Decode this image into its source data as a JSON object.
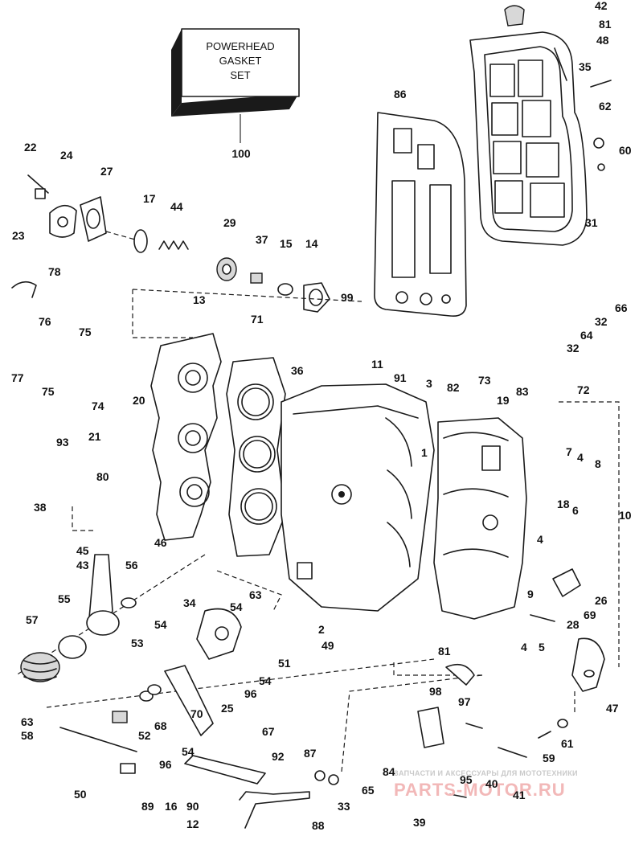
{
  "kit_box": {
    "lines": [
      "POWERHEAD",
      "GASKET",
      "SET"
    ],
    "part_number": "100"
  },
  "watermark": {
    "tagline": "ЗАПЧАСТИ И АКСЕССУАРЫ ДЛЯ МОТОТЕХНИКИ",
    "site": "PARTS-MOTOR.RU"
  },
  "colors": {
    "ink": "#1a1a1a",
    "paper": "#ffffff",
    "watermark_red": "#f2b8b8",
    "watermark_grey": "#c9c9c9"
  },
  "callouts": [
    "42",
    "81",
    "48",
    "35",
    "62",
    "60",
    "31",
    "86",
    "22",
    "24",
    "27",
    "17",
    "44",
    "29",
    "23",
    "37",
    "15",
    "14",
    "78",
    "66",
    "32",
    "64",
    "32",
    "13",
    "71",
    "99",
    "76",
    "75",
    "11",
    "91",
    "36",
    "77",
    "75",
    "74",
    "3",
    "82",
    "73",
    "19",
    "83",
    "72",
    "20",
    "1",
    "93",
    "21",
    "7",
    "4",
    "8",
    "80",
    "18",
    "6",
    "38",
    "46",
    "10",
    "45",
    "4",
    "43",
    "56",
    "63",
    "34",
    "54",
    "55",
    "57",
    "54",
    "53",
    "51",
    "9",
    "26",
    "69",
    "28",
    "2",
    "49",
    "4",
    "5",
    "81",
    "47",
    "54",
    "96",
    "63",
    "58",
    "25",
    "70",
    "98",
    "97",
    "52",
    "68",
    "67",
    "61",
    "59",
    "87",
    "92",
    "96",
    "54",
    "84",
    "95",
    "40",
    "41",
    "50",
    "65",
    "89",
    "16",
    "90",
    "12",
    "33",
    "39",
    "88"
  ]
}
